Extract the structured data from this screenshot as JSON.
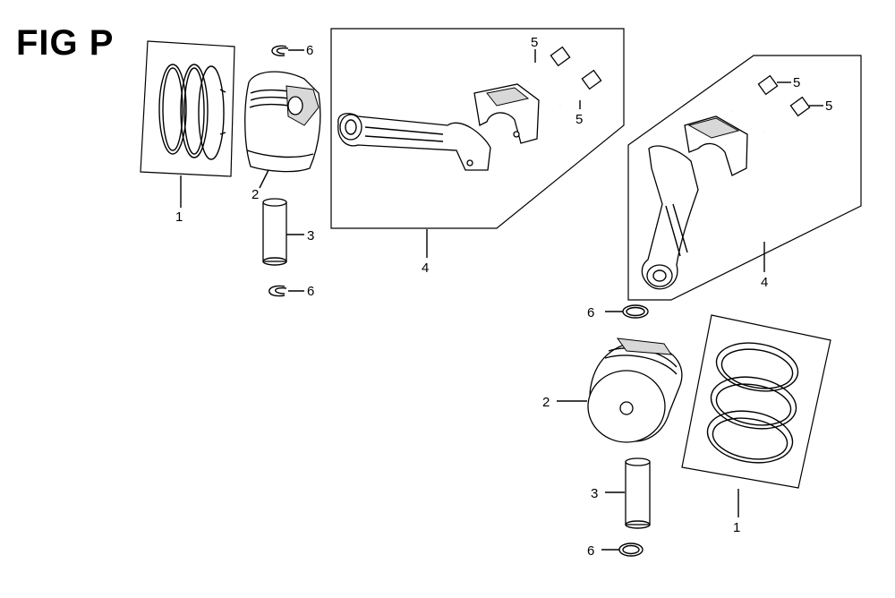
{
  "figure": {
    "title": "FIG P"
  },
  "callouts": {
    "upper_rings": "1",
    "upper_piston": "2",
    "upper_pin": "3",
    "upper_rod": "4",
    "upper_bolt_a": "5",
    "upper_bolt_b": "5",
    "upper_clip_top": "6",
    "upper_clip_bottom": "6",
    "lower_rod": "4",
    "lower_bolt_a": "5",
    "lower_bolt_b": "5",
    "lower_clip_top": "6",
    "lower_piston": "2",
    "lower_pin": "3",
    "lower_clip_bottom": "6",
    "lower_rings": "1"
  }
}
